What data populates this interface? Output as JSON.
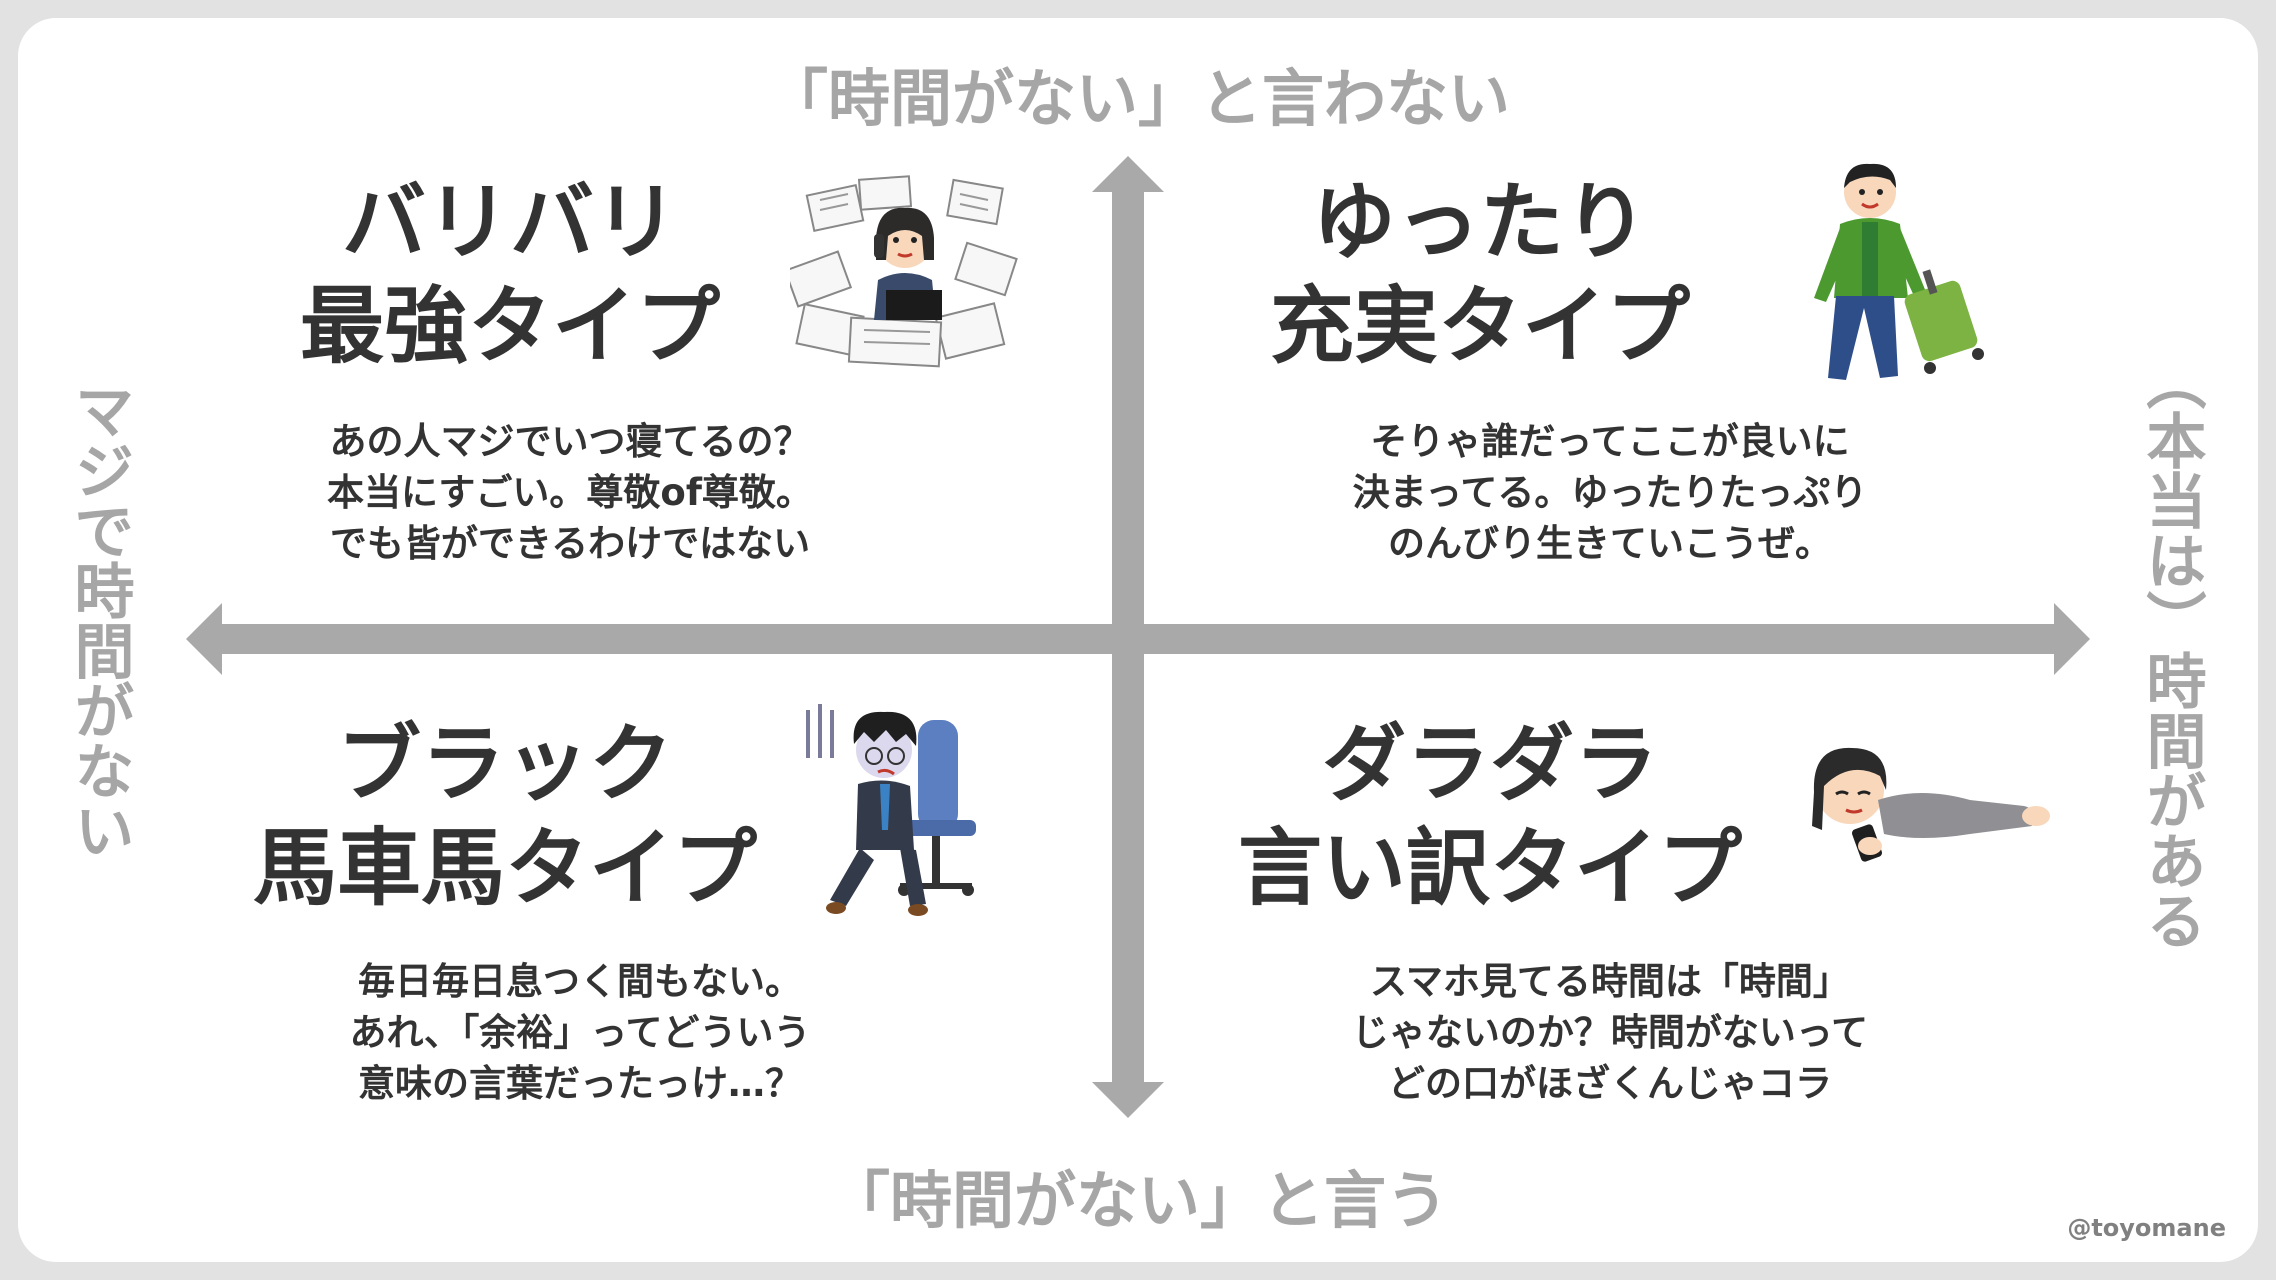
{
  "axis_labels": {
    "top": "「時間がない」と言わない",
    "bottom": "「時間がない」と言う",
    "left": "マジで時間がない",
    "right": "（本当は）時間がある"
  },
  "quadrants": {
    "top_left": {
      "title": [
        "バリバリ",
        "最強タイプ"
      ],
      "description": [
        "あの人マジでいつ寝てるの？",
        "本当にすごい。尊敬of尊敬。",
        "でも皆ができるわけではない"
      ]
    },
    "top_right": {
      "title": [
        "ゆったり",
        "充実タイプ"
      ],
      "description": [
        "そりゃ誰だってここが良いに",
        "決まってる。ゆったりたっぷり",
        "のんびり生きていこうぜ。"
      ]
    },
    "bottom_left": {
      "title": [
        "ブラック",
        "馬車馬タイプ"
      ],
      "description": [
        "毎日毎日息つく間もない。",
        "あれ、「余裕」ってどういう",
        "意味の言葉だったっけ…？"
      ]
    },
    "bottom_right": {
      "title": [
        "ダラダラ",
        "言い訳タイプ"
      ],
      "description": [
        "スマホ見てる時間は「時間」",
        "じゃないのか？時間がないって",
        "どの口がほざくんじゃコラ"
      ]
    }
  },
  "credit": "@toyomane",
  "colors": {
    "background": "#e2e2e2",
    "card": "#ffffff",
    "axis": "#a9a9a9",
    "axis_label": "#a6a6a6",
    "text": "#333333"
  },
  "icons": {
    "top_left": "busy-office-worker-icon",
    "top_right": "traveler-with-suitcase-icon",
    "bottom_left": "exhausted-worker-icon",
    "bottom_right": "lazy-person-with-phone-icon"
  }
}
